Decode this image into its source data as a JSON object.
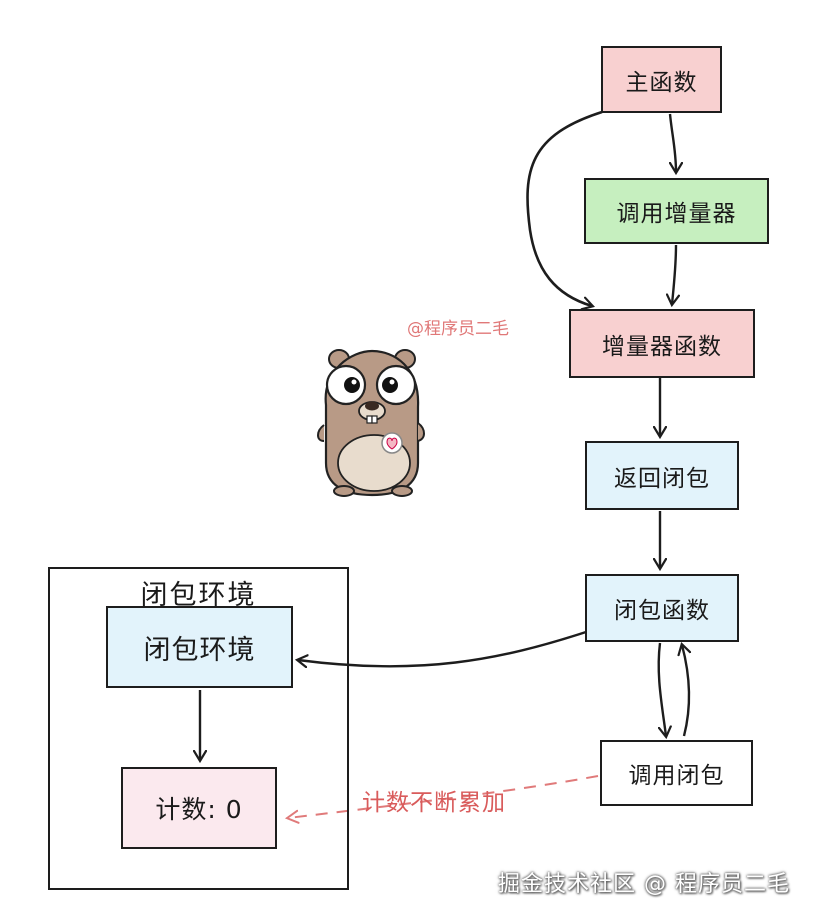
{
  "nodes": {
    "main_func": "主函数",
    "call_incrementer": "调用增量器",
    "incrementer_func": "增量器函数",
    "return_closure": "返回闭包",
    "closure_func": "闭包函数",
    "call_closure": "调用闭包",
    "closure_env_inner": "闭包环境",
    "counter": "计数: 0"
  },
  "container": {
    "title": "闭包环境"
  },
  "edge_labels": {
    "accumulate": "计数不断累加"
  },
  "watermarks": {
    "top": "@程序员二毛",
    "bottom": "掘金技术社区 @ 程序员二毛"
  },
  "colors": {
    "pink": "#f8d0d0",
    "green": "#c6efbf",
    "blue": "#e2f3fb",
    "light_pink": "#fbe9ee",
    "dashed_red": "#e07a7a"
  },
  "mascot": "go-gopher-icon"
}
